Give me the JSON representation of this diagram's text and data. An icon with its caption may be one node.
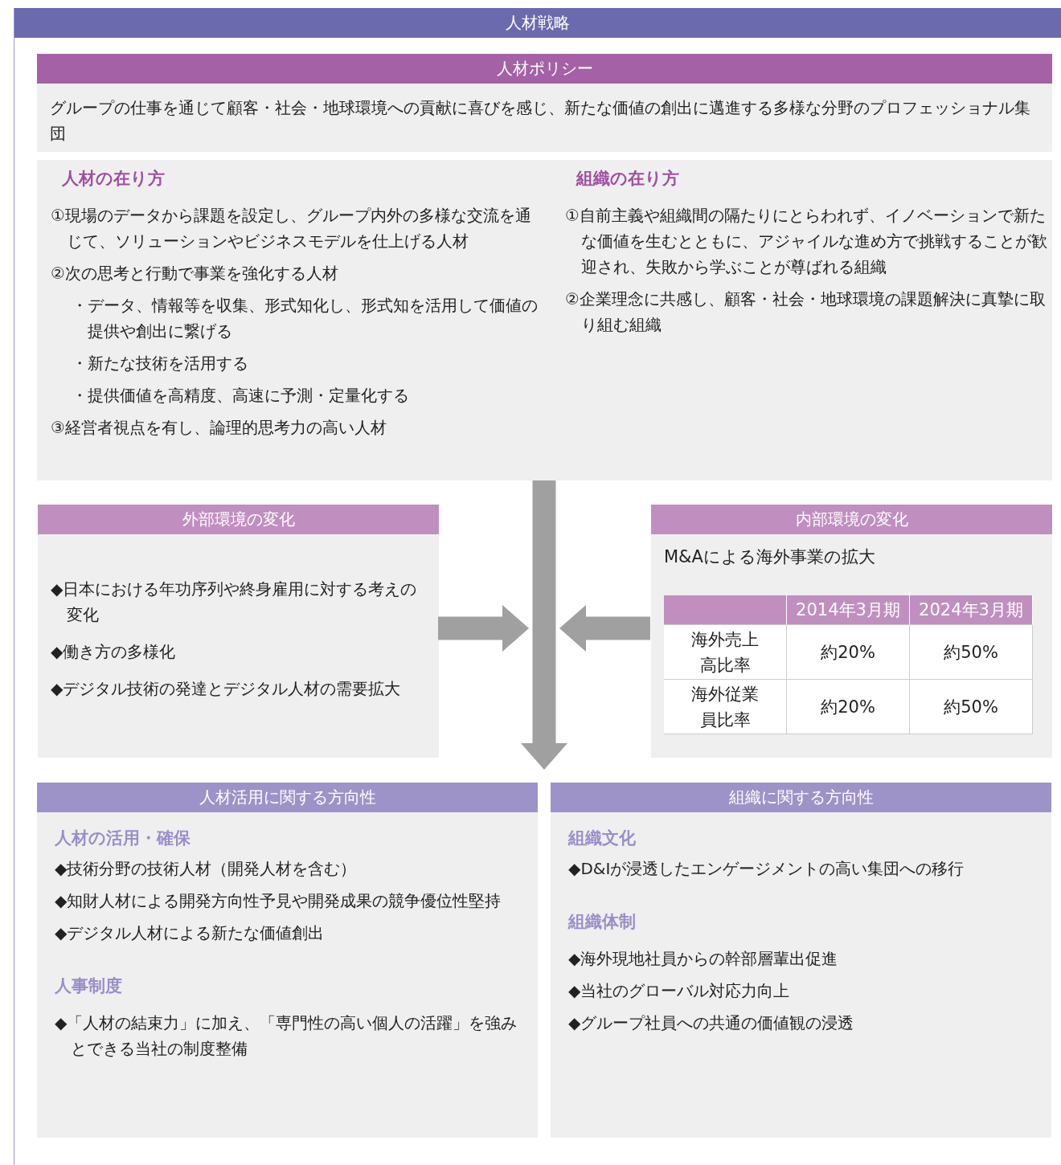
{
  "diagram": {
    "nodes": [
      {
        "text": [
          "人材戦略"
        ]
      },
      {
        "text": [
          "人材ポリシー",
          "グループの仕事を通じて顧客・社会・地球環境への貢献に喜びを感じ、新たな価値の創出に邁進する多様な分野のプロフェッショナル集団"
        ],
        "in": 0
      },
      {
        "text": [],
        "shape": "box",
        "in": 0
      },
      {
        "text": [
          "人材の在り方",
          "①現場のデータから課題を設定し、グループ内外の多様な交流を通じて、ソリューションやビジネスモデルを仕上げる人材",
          "②次の思考と行動で事業を強化する人材",
          "・データ、情報等を収集、形式知化し、形式知を活用して価値の提供や創出に繋げる",
          "・新たな技術を活用する",
          "・提供価値を高精度、高速に予測・定量化する",
          "③経営者視点を有し、論理的思考力の高い人材"
        ],
        "in": 2
      },
      {
        "text": [
          "組織の在り方",
          "①自前主義や組織間の隔たりにとらわれず、イノベーションで新たな価値を生むとともに、アジャイルな進め方で挑戦することが歓迎され、失敗から学ぶことが尊ばれる組織",
          "②企業理念に共感し、顧客・社会・地球環境の課題解決に真摯に取り組む組織"
        ],
        "in": 2
      },
      {
        "text": [
          "外部環境の変化",
          "◆日本における年功序列や終身雇用に対する考えの変化",
          "◆働き方の多様化",
          "◆デジタル技術の発達とデジタル人材の需要拡大"
        ],
        "in": 0
      },
      {
        "text": [
          "内部環境の変化",
          "M&Aによる海外事業の拡大"
        ],
        "in": 0
      },
      {
        "text": [
          "人材活用に関する方向性",
          "人材の活用・確保",
          "◆技術分野の技術人材（開発人材を含む）",
          "◆知財人材による開発方向性予見や開発成果の競争優位性堅持",
          "◆デジタル人材による新たな価値創出",
          "人事制度",
          "◆「人材の結束力」に加え、「専門性の高い個人の活躍」を強みとできる当社の制度整備"
        ],
        "in": 0
      },
      {
        "text": [
          "組織に関する方向性",
          "組織文化",
          "◆D&Iが浸透したエンゲージメントの高い集団への移行",
          "組織体制",
          "◆海外現地社員からの幹部層輩出促進",
          "◆当社のグローバル対応力向上",
          "◆グループ社員への共通の価値観の浸透"
        ],
        "in": 0
      }
    ],
    "edges": [
      {
        "from": 2,
        "to": null,
        "arrow": "to"
      },
      {
        "from": 5,
        "to": null,
        "arrow": "to"
      },
      {
        "from": 6,
        "to": null,
        "arrow": "to"
      }
    ],
    "labels": [
      "2014年3月期",
      "2024年3月期",
      "海外売上高比率",
      "約20%",
      "約50%",
      "海外従業員比率",
      "約20%",
      "約50%"
    ]
  }
}
